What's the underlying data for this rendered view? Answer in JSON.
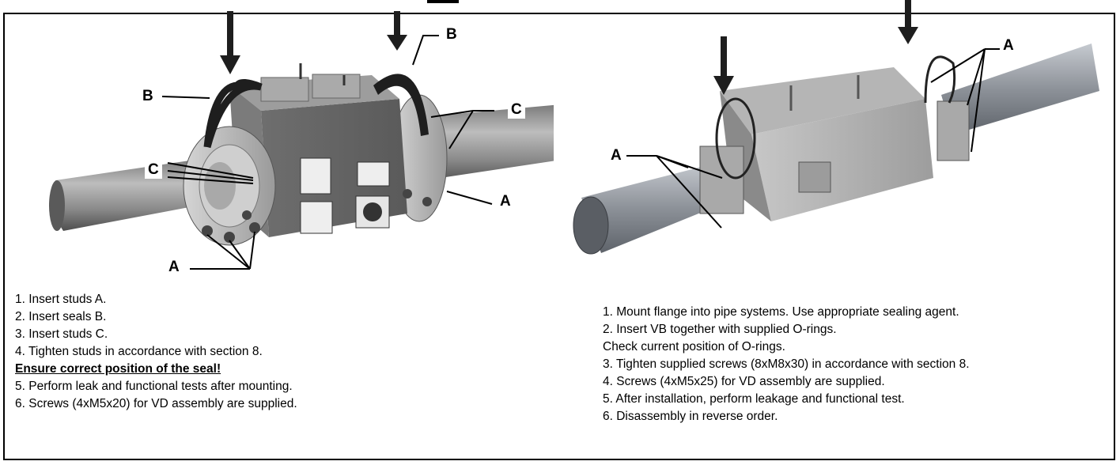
{
  "left_figure": {
    "labels": {
      "A_top": "A",
      "A_bottom": "A",
      "B_left": "B",
      "B_right": "B",
      "C_left": "C",
      "C_right": "C"
    },
    "steps": [
      {
        "text": "1. Insert studs A.",
        "emphasis": false
      },
      {
        "text": "2. Insert seals B.",
        "emphasis": false
      },
      {
        "text": "3. Insert studs C.",
        "emphasis": false
      },
      {
        "text": "4. Tighten studs in accordance with section 8.",
        "emphasis": false
      },
      {
        "text": "Ensure correct position of the seal!",
        "emphasis": true
      },
      {
        "text": "5. Perform leak and functional tests after mounting.",
        "emphasis": false
      },
      {
        "text": "6. Screws (4xM5x20) for VD assembly are supplied.",
        "emphasis": false
      }
    ]
  },
  "right_figure": {
    "labels": {
      "A_left": "A",
      "A_right": "A"
    },
    "steps": [
      {
        "text": "1. Mount flange into pipe systems. Use appropriate sealing agent.",
        "emphasis": false
      },
      {
        "text": "2. Insert VB together with supplied O-rings.",
        "emphasis": false
      },
      {
        "text": "Check current position of O-rings.",
        "emphasis": false
      },
      {
        "text": "3. Tighten supplied screws (8xM8x30) in accordance with section 8.",
        "emphasis": false
      },
      {
        "text": "4. Screws (4xM5x25) for VD assembly are supplied.",
        "emphasis": false
      },
      {
        "text": "5. After installation, perform leakage and functional test.",
        "emphasis": false
      },
      {
        "text": "6. Disassembly in reverse order.",
        "emphasis": false
      }
    ]
  }
}
